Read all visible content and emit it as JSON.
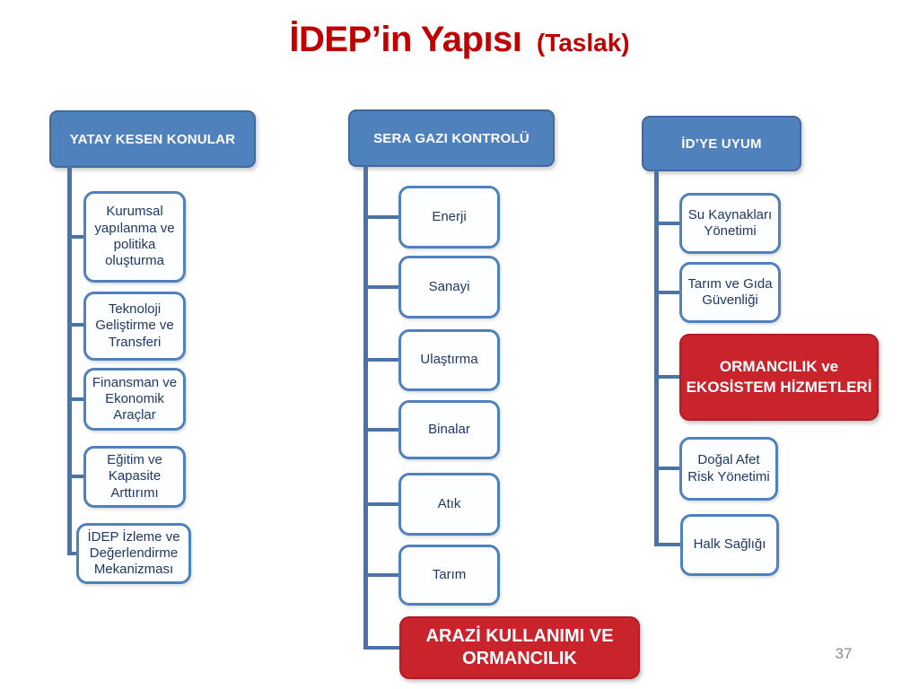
{
  "slide": {
    "title_main": "İDEP’in Yapısı",
    "title_suffix": "(Taslak)",
    "page_number": "37"
  },
  "colors": {
    "title_red": "#C00000",
    "header_fill": "#4F81BD",
    "header_border": "#41699B",
    "node_border": "#4E81BD",
    "node_fill": "#FDFEFF",
    "node_text": "#1F3864",
    "connector": "#4A74A8",
    "highlight_fill": "#C9242B",
    "highlight_border": "#B21D24",
    "page_gray": "#8C8C8C"
  },
  "columns": [
    {
      "header": "YATAY KESEN KONULAR",
      "items": [
        {
          "label": "Kurumsal yapılanma ve politika oluşturma",
          "type": "normal"
        },
        {
          "label": "Teknoloji Geliştirme ve Transferi",
          "type": "normal"
        },
        {
          "label": "Finansman ve Ekonomik Araçlar",
          "type": "normal"
        },
        {
          "label": "Eğitim ve Kapasite Arttırımı",
          "type": "normal"
        },
        {
          "label": "İDEP İzleme ve Değerlendirme Mekanizması",
          "type": "normal"
        }
      ]
    },
    {
      "header": "SERA GAZI KONTROLÜ",
      "items": [
        {
          "label": "Enerji",
          "type": "normal"
        },
        {
          "label": "Sanayi",
          "type": "normal"
        },
        {
          "label": "Ulaştırma",
          "type": "normal"
        },
        {
          "label": "Binalar",
          "type": "normal"
        },
        {
          "label": "Atık",
          "type": "normal"
        },
        {
          "label": "Tarım",
          "type": "normal"
        },
        {
          "label": "ARAZİ KULLANIMI VE ORMANCILIK",
          "type": "highlight"
        }
      ]
    },
    {
      "header": "İD’YE UYUM",
      "items": [
        {
          "label": "Su Kaynakları Yönetimi",
          "type": "normal"
        },
        {
          "label": "Tarım ve Gıda Güvenliği",
          "type": "normal"
        },
        {
          "label": "ORMANCILIK ve EKOSİSTEM HİZMETLERİ",
          "type": "highlight"
        },
        {
          "label": "Doğal Afet Risk Yönetimi",
          "type": "normal"
        },
        {
          "label": "Halk Sağlığı",
          "type": "normal"
        }
      ]
    }
  ]
}
